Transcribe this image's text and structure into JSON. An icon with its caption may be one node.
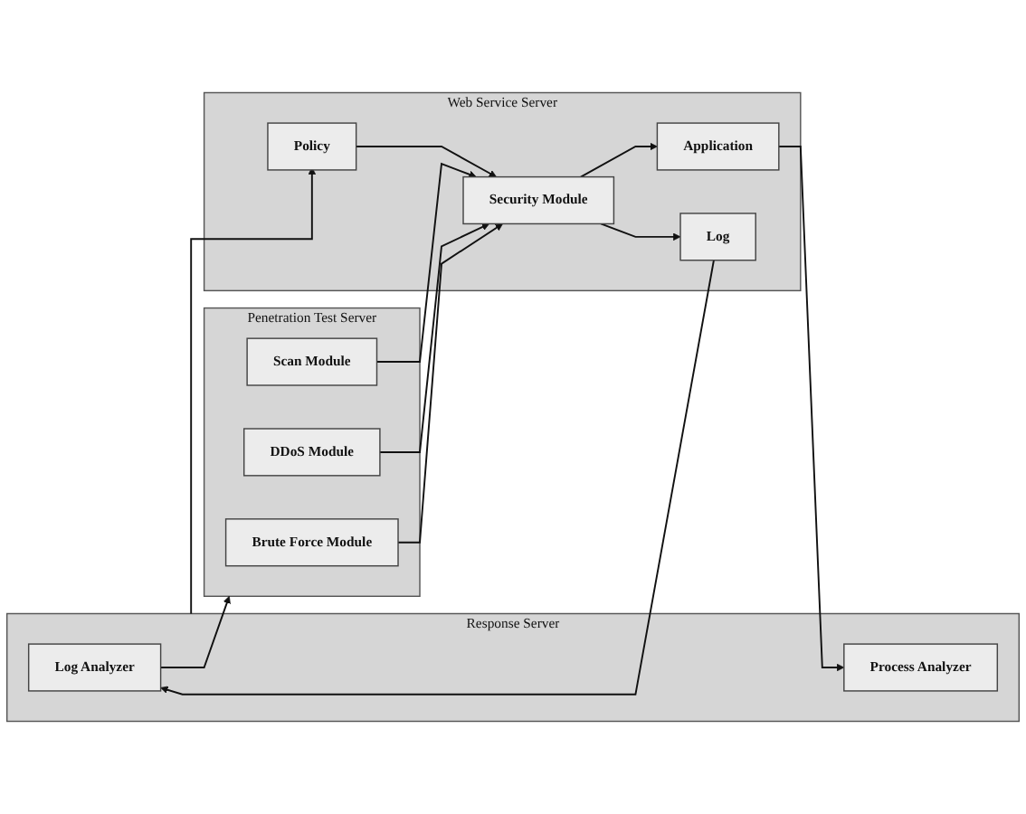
{
  "diagram": {
    "nodes": [
      {
        "text": [
          "Web Service Server"
        ]
      },
      {
        "text": [
          "Application"
        ],
        "in": 0
      },
      {
        "text": [
          "Log"
        ],
        "in": 0
      },
      {
        "text": [
          "Policy"
        ],
        "in": 0
      },
      {
        "text": [
          "Security Module"
        ],
        "in": 0
      },
      {
        "text": [
          "Penetration Test Server"
        ]
      },
      {
        "text": [
          "Scan Module"
        ],
        "in": 5
      },
      {
        "text": [
          "DDoS Module"
        ],
        "in": 5
      },
      {
        "text": [
          "Brute Force Module"
        ],
        "in": 5
      },
      {
        "text": [
          "Response Server"
        ]
      },
      {
        "text": [
          "Log Analyzer"
        ],
        "in": 9
      },
      {
        "text": [
          "Process Analyzer"
        ],
        "in": 9
      }
    ],
    "edges": [
      {
        "from": 4,
        "to": 1,
        "arrow": "to"
      },
      {
        "from": 4,
        "to": 2,
        "arrow": "to"
      },
      {
        "from": 3,
        "to": 4,
        "arrow": "to"
      },
      {
        "from": 6,
        "to": 4,
        "arrow": "to"
      },
      {
        "from": 7,
        "to": 4,
        "arrow": "to"
      },
      {
        "from": 8,
        "to": 4,
        "arrow": "to"
      },
      {
        "from": 9,
        "to": 3,
        "arrow": "to"
      },
      {
        "from": 2,
        "to": 10,
        "arrow": "to"
      },
      {
        "from": 1,
        "to": 11,
        "arrow": "to"
      },
      {
        "from": 10,
        "to": 5,
        "arrow": "to"
      }
    ]
  }
}
